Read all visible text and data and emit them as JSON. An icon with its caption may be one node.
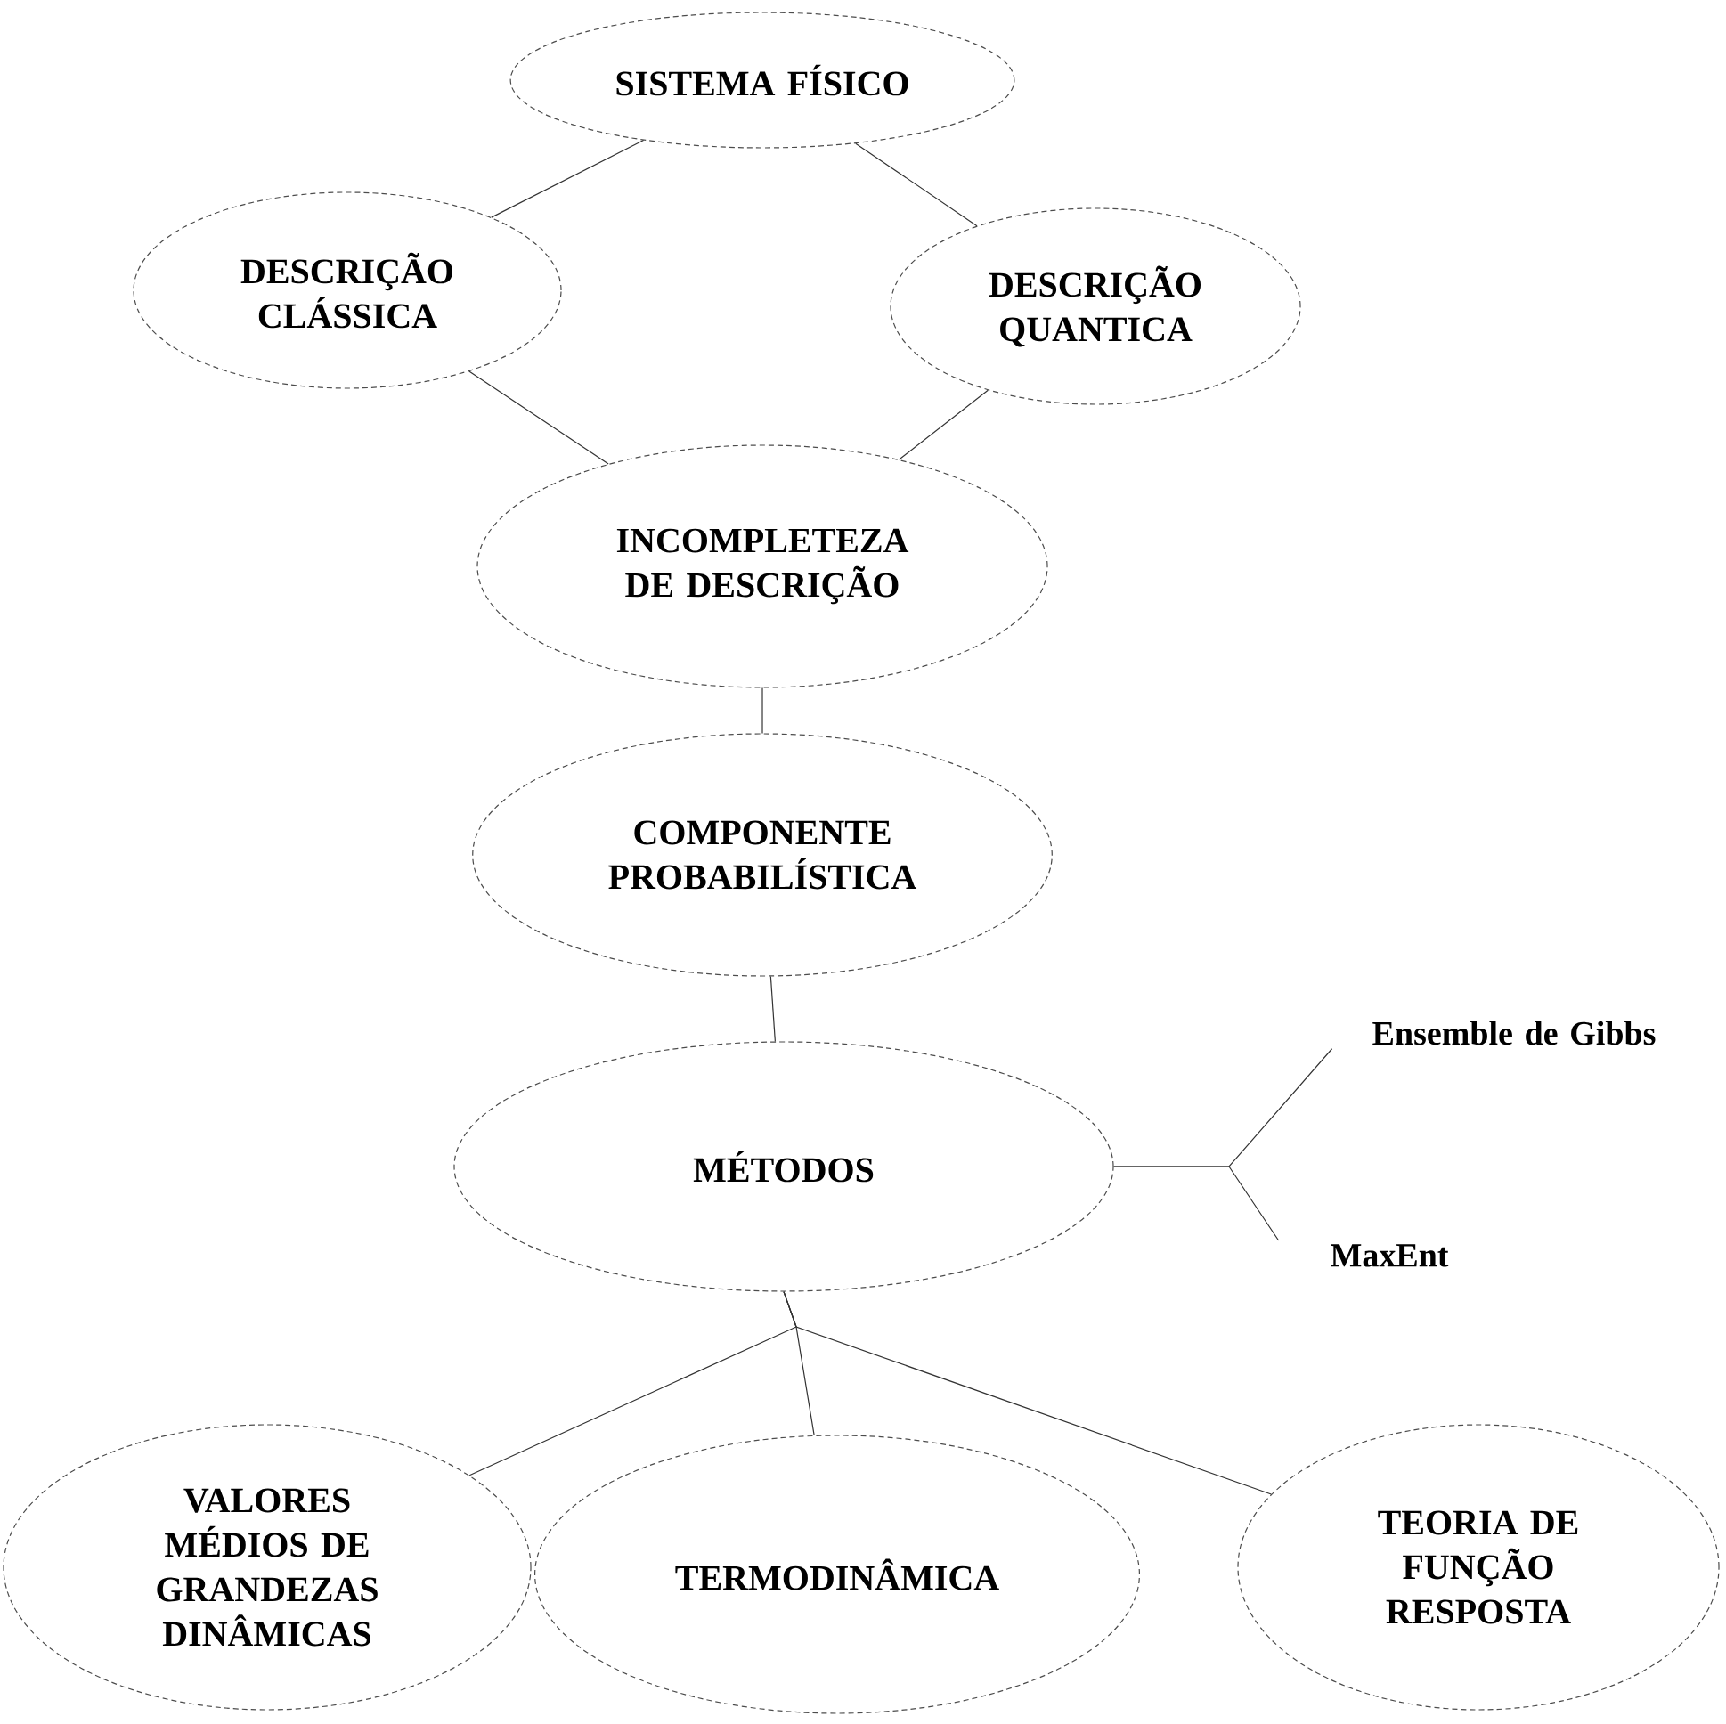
{
  "diagram": {
    "nodes": [
      {
        "text": [
          "SISTEMA FÍSICO"
        ]
      },
      {
        "text": [
          "DESCRIÇÃO CLÁSSICA"
        ]
      },
      {
        "text": [
          "DESCRIÇÃO QUANTICA"
        ]
      },
      {
        "text": [
          "INCOMPLETEZA DE DESCRIÇÃO"
        ]
      },
      {
        "text": [
          "COMPONENTE PROBABILÍSTICA"
        ]
      },
      {
        "text": [
          "MÉTODOS"
        ]
      },
      {
        "text": [
          "VALORES MÉDIOS DE GRANDEZAS DINÂMICAS"
        ]
      },
      {
        "text": [
          "TERMODINÂMICA"
        ]
      },
      {
        "text": [
          "TEORIA DE FUNÇÃO RESPOSTA"
        ]
      },
      {
        "text": [
          "Ensemble de Gibbs"
        ]
      },
      {
        "text": [
          "MaxEnt"
        ]
      }
    ],
    "edges": [
      {
        "from": 0,
        "to": 1,
        "arrow": "none"
      },
      {
        "from": 0,
        "to": 2,
        "arrow": "none"
      },
      {
        "from": 1,
        "to": 3,
        "arrow": "none"
      },
      {
        "from": 2,
        "to": 3,
        "arrow": "none"
      },
      {
        "from": 3,
        "to": 4,
        "arrow": "none"
      },
      {
        "from": 4,
        "to": 5,
        "arrow": "none"
      },
      {
        "from": 5,
        "to": 6,
        "arrow": "none"
      },
      {
        "from": 5,
        "to": 7,
        "arrow": "none"
      },
      {
        "from": 5,
        "to": 8,
        "arrow": "none"
      },
      {
        "from": 5,
        "to": 9,
        "arrow": "none"
      },
      {
        "from": 5,
        "to": 10,
        "arrow": "none"
      }
    ]
  }
}
